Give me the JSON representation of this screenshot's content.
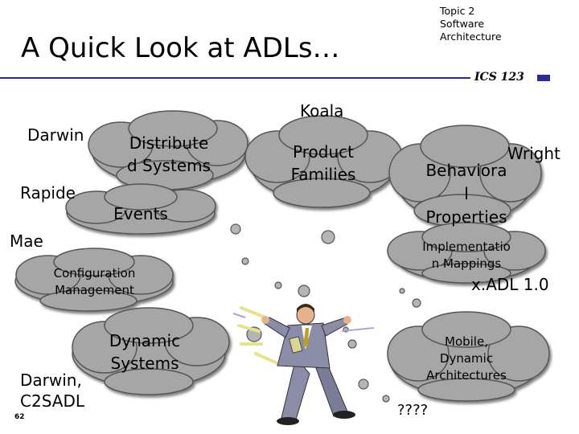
{
  "slide": {
    "title": "A Quick Look at ADLs…",
    "topic_lines": [
      "Topic 2",
      "Software",
      "Architecture"
    ],
    "course": "ICS 123",
    "page_number": "62"
  },
  "labels": {
    "darwin": "Darwin",
    "rapide": "Rapide",
    "mae": "Mae",
    "koala": "Koala",
    "wright": "Wright",
    "xadl": "x.ADL 1.0",
    "darwin_c2sadl": "Darwin,\nC2SADL",
    "unknown": "????"
  },
  "clouds": {
    "distributed": "Distribute\nd Systems",
    "events": "Events",
    "configuration": "Configuration\nManagement",
    "dynamic": "Dynamic\nSystems",
    "product_families": "Product\nFamilies",
    "behavioral": "Behaviora\nl\nProperties",
    "implementation": "Implementatio\nn Mappings",
    "mobile": "Mobile,\nDynamic\nArchitectures"
  },
  "colors": {
    "cloud_fill": "#a6a6a6",
    "cloud_stroke": "#555555",
    "accent_rule": "#2a2aa0",
    "figure_suit": "#8b8ca8"
  }
}
